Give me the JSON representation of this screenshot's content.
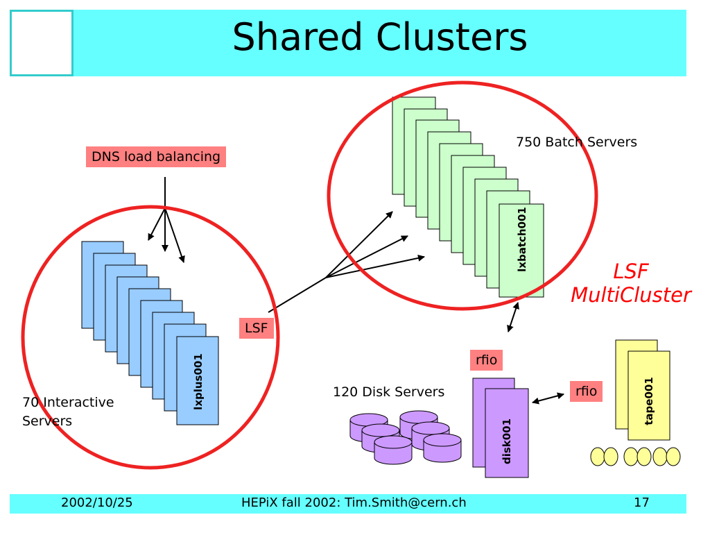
{
  "slide": {
    "title": "Shared Clusters"
  },
  "diagram": {
    "dns_tag": "DNS load balancing",
    "lsf_tag": "LSF",
    "rfio_tag_disk": "rfio",
    "rfio_tag_tape": "rfio",
    "batch_label": "750 Batch Servers",
    "interactive_label_line1": "70 Interactive",
    "interactive_label_line2": "Servers",
    "disk_label": "120 Disk Servers",
    "multicluster_line1": "LSF",
    "multicluster_line2": "MultiCluster",
    "server_names": {
      "interactive": "lxplus001",
      "batch": "lxbatch001",
      "disk": "disk001",
      "tape": "tape001"
    },
    "colors": {
      "interactive": "#99ccff",
      "batch": "#ccffcc",
      "disk": "#cc99ff",
      "tape": "#ffff99",
      "circle": "#ee2222",
      "tag": "#ff8080",
      "bar": "#66ffff"
    }
  },
  "footer": {
    "date": "2002/10/25",
    "center": "HEPiX fall 2002: Tim.Smith@cern.ch",
    "page": "17"
  }
}
